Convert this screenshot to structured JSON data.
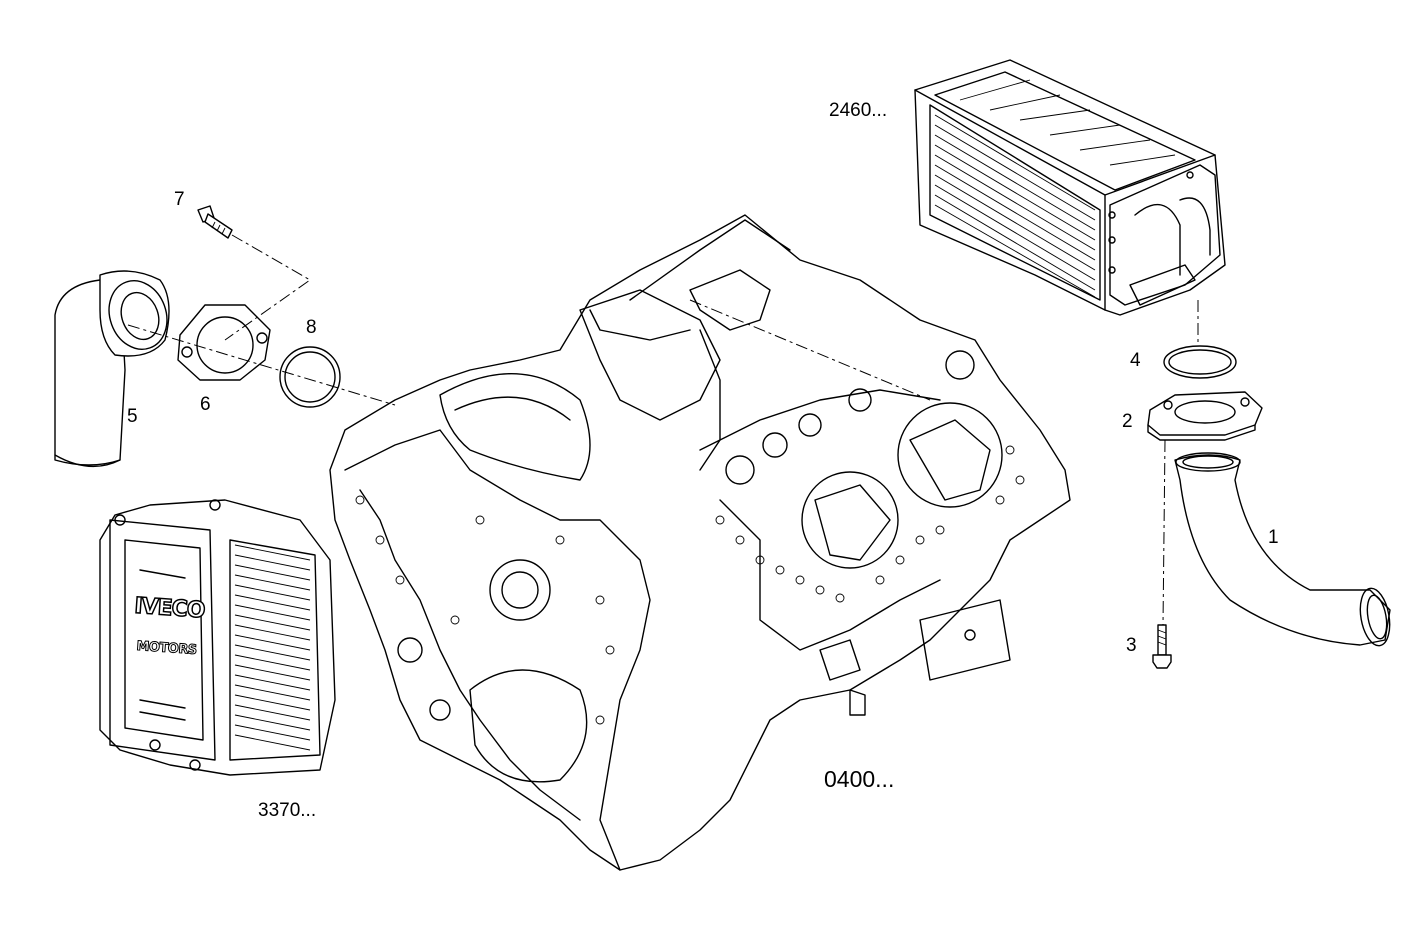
{
  "parts": [
    {
      "number": "1"
    },
    {
      "number": "2"
    },
    {
      "number": "3"
    },
    {
      "number": "4"
    },
    {
      "number": "5"
    },
    {
      "number": "6"
    },
    {
      "number": "7"
    },
    {
      "number": "8"
    }
  ],
  "references": {
    "intercooler_ref": "2460...",
    "cover_ref": "3370...",
    "block_ref": "0400..."
  },
  "logo": {
    "line1": "IVECO",
    "line2": "MOTORS"
  },
  "colors": {
    "line": "#000000",
    "background": "#ffffff"
  }
}
